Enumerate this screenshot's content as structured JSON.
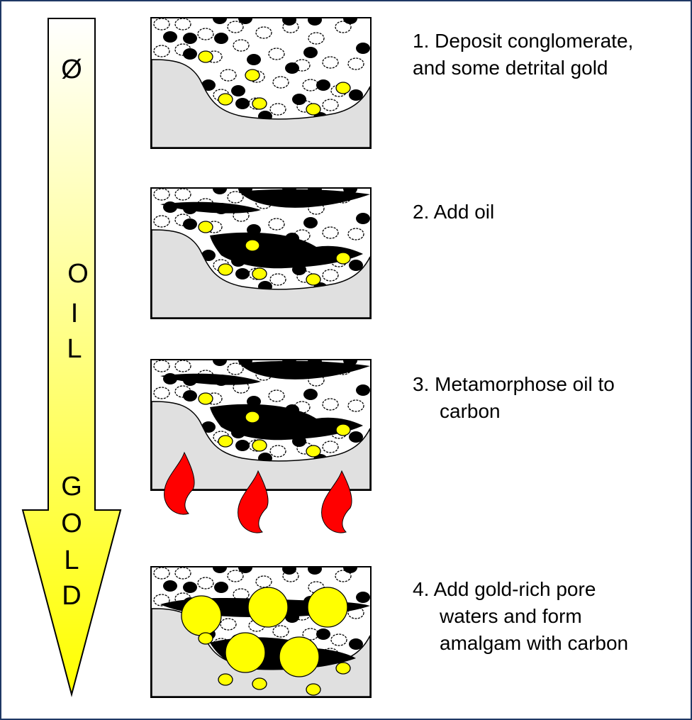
{
  "arrow": {
    "label_top": "Ø",
    "label_oil": [
      "O",
      "I",
      "L"
    ],
    "label_gold": [
      "G",
      "O",
      "L",
      "D"
    ],
    "fill_top": "#ffffff",
    "fill_bottom": "#ffff00"
  },
  "steps": [
    {
      "number": "1.",
      "line1": "Deposit conglomerate,",
      "line2": "and some detrital gold",
      "line3": ""
    },
    {
      "number": "2.",
      "line1": "Add oil",
      "line2": "",
      "line3": ""
    },
    {
      "number": "3.",
      "line1": "Metamorphose oil to",
      "line2": "carbon",
      "line3": ""
    },
    {
      "number": "4.",
      "line1": "Add gold-rich pore",
      "line2": "waters and form",
      "line3": "amalgam with carbon"
    }
  ],
  "colors": {
    "gold": "#ffff00",
    "oil": "#000000",
    "bedrock": "#e0e0e0",
    "flame": "#ff0000",
    "border": "#1f3864"
  }
}
